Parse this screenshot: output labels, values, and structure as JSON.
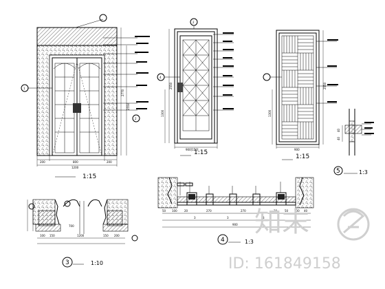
{
  "views": [
    {
      "id": "elevation-1",
      "scale": "1:15",
      "callouts": [
        "1",
        "2"
      ],
      "dims_bottom": [
        "200",
        "800",
        "200"
      ],
      "dim_total": "1200",
      "dims_side": [
        "2770",
        "2550"
      ]
    },
    {
      "id": "elevation-2",
      "scale": "1:15",
      "callouts": [
        "2",
        "4"
      ],
      "dims_bottom": [
        "900"
      ],
      "dims_side": [
        "2550",
        "1300"
      ],
      "label": "900[150]"
    },
    {
      "id": "elevation-3",
      "scale": "1:15",
      "callouts": [
        "5"
      ],
      "dims_bottom": [
        "900"
      ],
      "dims_side": [
        "2550",
        "1300"
      ]
    },
    {
      "id": "section-3",
      "scale": "1:10",
      "callout": "3",
      "dims": [
        "100",
        "150",
        "1200",
        "150",
        "200",
        "700"
      ]
    },
    {
      "id": "section-4",
      "scale": "1:3",
      "callout": "4",
      "dims": [
        "50",
        "100",
        "20",
        "3",
        "270",
        "3",
        "270",
        "3",
        "20",
        "50",
        "100",
        "40",
        "900"
      ]
    },
    {
      "id": "section-5",
      "scale": "1:3",
      "callout": "5",
      "dims": [
        "40",
        "40"
      ]
    }
  ],
  "watermark": {
    "brand": "知末",
    "id_text": "ID: 161849158"
  }
}
